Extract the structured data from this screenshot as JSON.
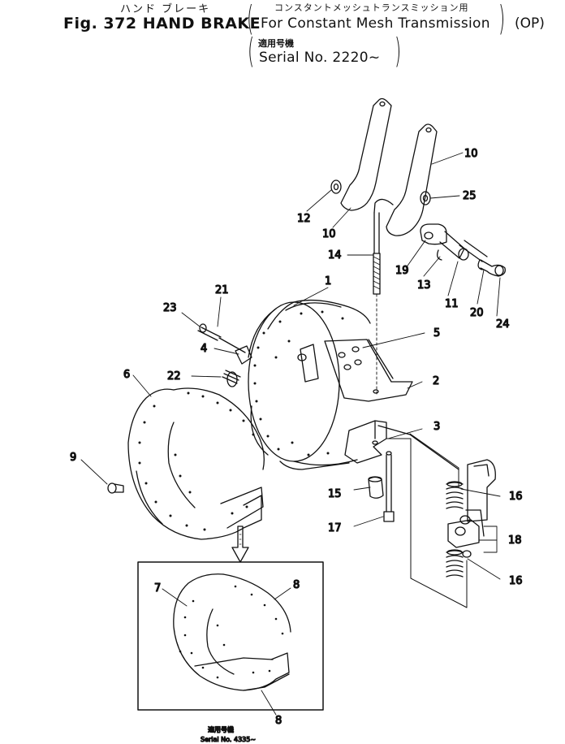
{
  "header": {
    "title_jp": "ハンド ブレーキ",
    "title_en": "Fig. 372 HAND BRAKE",
    "application_jp": "コンスタントメッシュトランスミッション用",
    "application_en": "For Constant Mesh Transmission",
    "option": "(OP)",
    "serial_label_jp": "適用号機",
    "serial_en": "Serial No. 2220~"
  },
  "inset": {
    "serial_label_jp": "適用号機",
    "serial_en": "Serial No. 4335~"
  },
  "callouts": [
    {
      "id": "c1",
      "label": "1"
    },
    {
      "id": "c2",
      "label": "2"
    },
    {
      "id": "c3",
      "label": "3"
    },
    {
      "id": "c4",
      "label": "4"
    },
    {
      "id": "c5",
      "label": "5"
    },
    {
      "id": "c6",
      "label": "6"
    },
    {
      "id": "c7",
      "label": "7"
    },
    {
      "id": "c8a",
      "label": "8"
    },
    {
      "id": "c8b",
      "label": "8"
    },
    {
      "id": "c9",
      "label": "9"
    },
    {
      "id": "c10a",
      "label": "10"
    },
    {
      "id": "c10b",
      "label": "10"
    },
    {
      "id": "c11",
      "label": "11"
    },
    {
      "id": "c12",
      "label": "12"
    },
    {
      "id": "c13",
      "label": "13"
    },
    {
      "id": "c14",
      "label": "14"
    },
    {
      "id": "c15",
      "label": "15"
    },
    {
      "id": "c16a",
      "label": "16"
    },
    {
      "id": "c16b",
      "label": "16"
    },
    {
      "id": "c17",
      "label": "17"
    },
    {
      "id": "c18",
      "label": "18"
    },
    {
      "id": "c19",
      "label": "19"
    },
    {
      "id": "c20",
      "label": "20"
    },
    {
      "id": "c21",
      "label": "21"
    },
    {
      "id": "c22",
      "label": "22"
    },
    {
      "id": "c23",
      "label": "23"
    },
    {
      "id": "c24",
      "label": "24"
    },
    {
      "id": "c25",
      "label": "25"
    }
  ]
}
